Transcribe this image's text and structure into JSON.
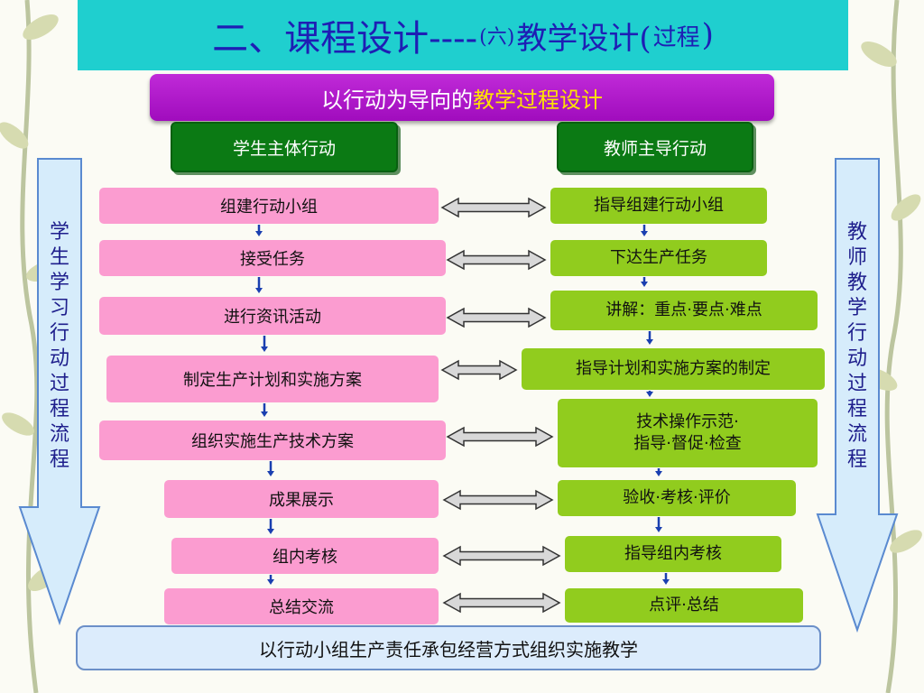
{
  "title": {
    "main": "二、课程设计----",
    "paren": "(六)",
    "mid": "教学设计(",
    "tail": "过程",
    "close": ")"
  },
  "subtitle": {
    "prefix": "以行动为导向的",
    "highlight": "教学过程设计"
  },
  "headers": {
    "student": "学生主体行动",
    "teacher": "教师主导行动"
  },
  "side": {
    "left": [
      "学",
      "生",
      "学",
      "习",
      "行",
      "动",
      "过",
      "程",
      "流",
      "程"
    ],
    "right": [
      "教",
      "师",
      "教",
      "学",
      "行",
      "动",
      "过",
      "程",
      "流",
      "程"
    ]
  },
  "student_steps": [
    "组建行动小组",
    "接受任务",
    "进行资讯活动",
    "制定生产计划和实施方案",
    "组织实施生产技术方案",
    "成果展示",
    "组内考核",
    "总结交流"
  ],
  "teacher_steps": [
    "指导组建行动小组",
    "下达生产任务",
    "讲解：重点·要点·难点",
    "指导计划和实施方案的制定",
    [
      "技术操作示范·",
      "指导·督促·检查"
    ],
    "验收·考核·评价",
    "指导组内考核",
    "点评·总结"
  ],
  "footer": "以行动小组生产责任承包经营方式组织实施教学",
  "colors": {
    "title_bg": "#1fcfcf",
    "title_text": "#1e1eb4",
    "subtitle_bg": "#b01ccb",
    "highlight": "#ffe400",
    "header_green": "#0b7a14",
    "pink": "#fb9cd0",
    "lime": "#91cc1e",
    "arrow_fill": "#d6ecfb",
    "arrow_stroke": "#5a8ad0",
    "connector": "#1a3fb0"
  }
}
